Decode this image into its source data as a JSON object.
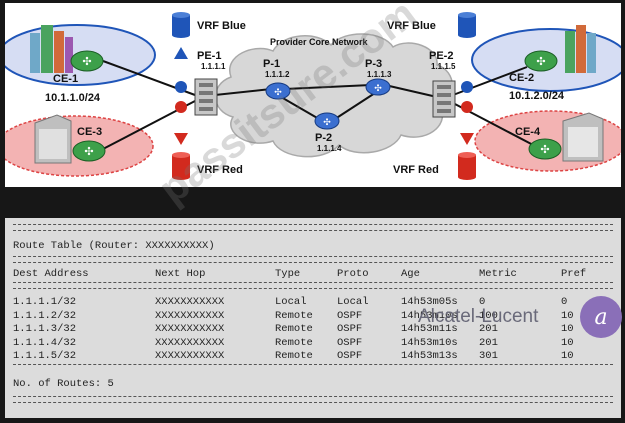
{
  "diagram": {
    "title": "Provider Core Network",
    "vrf_blue_left": "VRF Blue",
    "vrf_blue_right": "VRF Blue",
    "vrf_red_left": "VRF Red",
    "vrf_red_right": "VRF Red",
    "routers": [
      {
        "name": "PE-1",
        "ip": "1.1.1.1"
      },
      {
        "name": "P-1",
        "ip": "1.1.1.2"
      },
      {
        "name": "P-3",
        "ip": "1.1.1.3"
      },
      {
        "name": "P-2",
        "ip": "1.1.1.4"
      },
      {
        "name": "PE-2",
        "ip": "1.1.1.5"
      }
    ],
    "ce": [
      {
        "name": "CE-1",
        "subnet": "10.1.1.0/24"
      },
      {
        "name": "CE-2",
        "subnet": "10.1.2.0/24"
      },
      {
        "name": "CE-3"
      },
      {
        "name": "CE-4"
      }
    ],
    "colors": {
      "blue": "#1f55b8",
      "red": "#d22a1e",
      "red_zone": "#f3b3b3",
      "blue_zone": "#d6ddf3"
    }
  },
  "route_table": {
    "title": "Route Table (Router: XXXXXXXXXX)",
    "headers": [
      "Dest Address",
      "Next Hop",
      "Type",
      "Proto",
      "Age",
      "Metric",
      "Pref"
    ],
    "rows": [
      [
        "1.1.1.1/32",
        "XXXXXXXXXXX",
        "Local",
        "Local",
        "14h53m05s",
        "0",
        "0"
      ],
      [
        "1.1.1.2/32",
        "XXXXXXXXXXX",
        "Remote",
        "OSPF",
        "14h53m10s",
        "100",
        "10"
      ],
      [
        "1.1.1.3/32",
        "XXXXXXXXXXX",
        "Remote",
        "OSPF",
        "14h53m11s",
        "201",
        "10"
      ],
      [
        "1.1.1.4/32",
        "XXXXXXXXXXX",
        "Remote",
        "OSPF",
        "14h53m10s",
        "201",
        "10"
      ],
      [
        "1.1.1.5/32",
        "XXXXXXXXXXX",
        "Remote",
        "OSPF",
        "14h53m13s",
        "301",
        "10"
      ]
    ],
    "footer": "No. of Routes: 5"
  },
  "watermark": "passitsure.com",
  "brand": {
    "name": "Alcatel-Lucent",
    "icon": "alcatel-lucent-logo-icon"
  }
}
